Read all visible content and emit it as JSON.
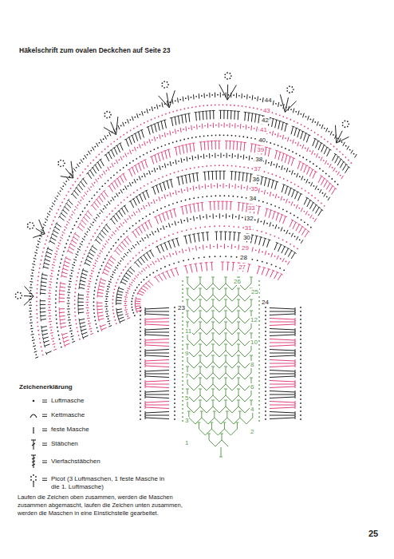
{
  "diagram": {
    "title": "Häkelschrift zum ovalen Deckchen auf Seite 23",
    "labels": [
      "Zeichenerklärung",
      "Laufen die Zeichen oben zusammen, werden die Maschen zusammen abgemascht, laufen die Zeichen unten zusammen, werden die Maschen in eine Einstichstelle gearbeitet.",
      "25",
      "1",
      "2",
      "3",
      "4",
      "5",
      "6",
      "7",
      "8",
      "9",
      "10",
      "11",
      "12",
      "23",
      "24",
      "25",
      "26",
      "27",
      "28",
      "29",
      "30",
      "31",
      "32",
      "33",
      "34",
      "35",
      "36",
      "37",
      "38",
      "39",
      "40",
      "41",
      "42",
      "43",
      "44"
    ],
    "legend": [
      {
        "text": "Luftmasche"
      },
      {
        "text": "Kettmasche"
      },
      {
        "text": "feste Masche"
      },
      {
        "text": "Stäbchen"
      },
      {
        "text": "Vierfachstäbchen"
      },
      {
        "text": "Picot (3 Luftmaschen, 1 feste Masche in die 1. Luftmasche)"
      }
    ]
  }
}
